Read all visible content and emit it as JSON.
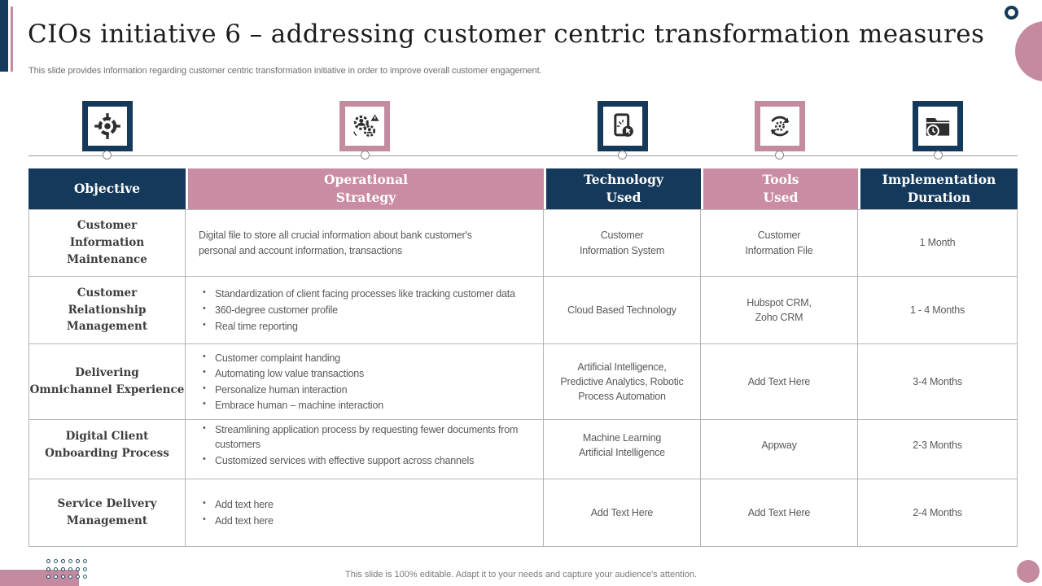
{
  "slide": {
    "title": "CIOs initiative 6 – addressing customer centric transformation measures",
    "subtitle": "This slide provides information regarding customer centric transformation initiative in order to improve overall customer engagement.",
    "footer_note": "This slide is 100% editable. Adapt it to your needs and capture your audience's attention."
  },
  "colors": {
    "navy": "#14395B",
    "pink": "#C48BA0",
    "header_pink": "#C98CA2",
    "table_border": "#b5b5b5",
    "body_text": "#595959"
  },
  "timeline_icons": [
    {
      "name": "target-icon",
      "frame": "navy"
    },
    {
      "name": "gears-users-alert-icon",
      "frame": "pink"
    },
    {
      "name": "tablet-touch-icon",
      "frame": "navy"
    },
    {
      "name": "sync-gear-icon",
      "frame": "pink"
    },
    {
      "name": "folder-clock-icon",
      "frame": "navy"
    }
  ],
  "table": {
    "headers": [
      {
        "label": "Objective",
        "accent": "navy"
      },
      {
        "label": "Operational\nStrategy",
        "accent": "pink"
      },
      {
        "label": "Technology\nUsed",
        "accent": "navy"
      },
      {
        "label": "Tools\nUsed",
        "accent": "pink"
      },
      {
        "label": "Implementation\nDuration",
        "accent": "navy"
      }
    ],
    "rows": [
      {
        "objective": "Customer\nInformation Maintenance",
        "strategy": {
          "text": "Digital file to store all crucial information about bank customer's\npersonal and account information, transactions",
          "bullets": []
        },
        "technology": "Customer\nInformation System",
        "tools": "Customer\nInformation File",
        "duration": "1 Month"
      },
      {
        "objective": "Customer\nRelationship Management",
        "strategy": {
          "bullets": [
            "Standardization of client facing processes like tracking customer data",
            "360-degree customer profile",
            "Real time reporting"
          ]
        },
        "technology": "Cloud Based Technology",
        "tools": "Hubspot CRM,\nZoho CRM",
        "duration": "1 - 4 Months"
      },
      {
        "objective": "Delivering\nOmnichannel Experience",
        "strategy": {
          "bullets": [
            "Customer complaint handing",
            "Automating low value transactions",
            "Personalize human interaction",
            "Embrace human – machine interaction"
          ]
        },
        "technology": "Artificial Intelligence,\nPredictive Analytics, Robotic\nProcess Automation",
        "tools": "Add Text Here",
        "duration": "3-4 Months"
      },
      {
        "objective": "Digital Client\nOnboarding Process",
        "strategy": {
          "bullets": [
            "Streamlining application process by requesting fewer documents from customers",
            "Customized services with effective support across channels"
          ]
        },
        "technology": "Machine Learning\nArtificial Intelligence",
        "tools": "Appway",
        "duration": "2-3 Months"
      },
      {
        "objective": "Service Delivery\nManagement",
        "strategy": {
          "bullets": [
            "Add text here",
            "Add text here"
          ]
        },
        "technology": "Add Text Here",
        "tools": "Add Text Here",
        "duration": "2-4 Months"
      }
    ]
  }
}
